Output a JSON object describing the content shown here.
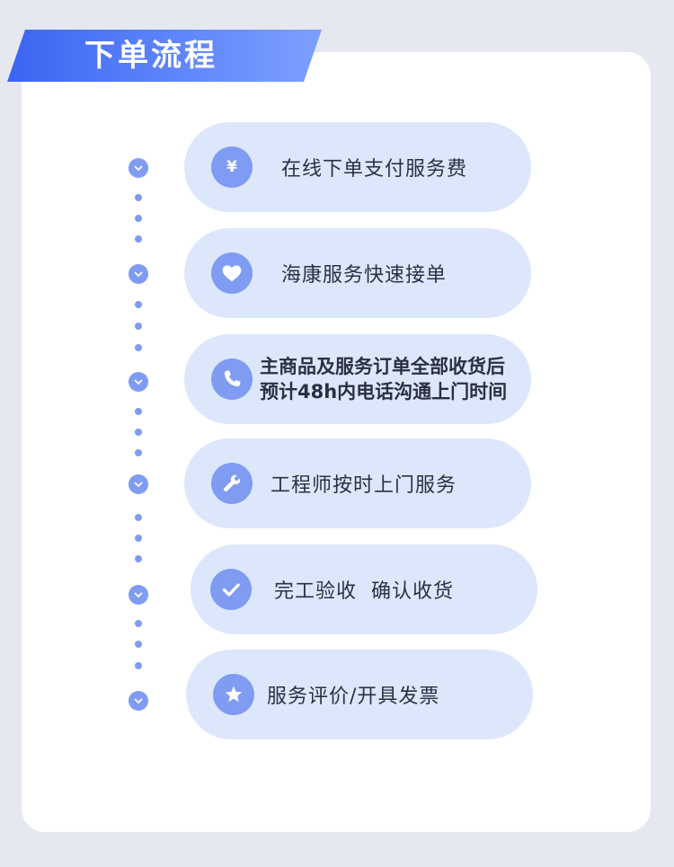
{
  "page_title": "下单流程",
  "steps": [
    {
      "label": "在线下单支付服务费",
      "icon": "yen-icon"
    },
    {
      "label": "海康服务快速接单",
      "icon": "heart-icon"
    },
    {
      "line1": "主商品及服务订单全部收货后",
      "line2": "预计48h内电话沟通上门时间",
      "icon": "phone-icon"
    },
    {
      "label": "工程师按时上门服务",
      "icon": "wrench-icon"
    },
    {
      "label": "完工验收  确认收货",
      "icon": "check-icon"
    },
    {
      "label": "服务评价/开具发票",
      "icon": "star-icon"
    }
  ],
  "icon_glyphs": {
    "yen": "¥"
  },
  "colors": {
    "background": "#e6e8f0",
    "card": "#ffffff",
    "accent": "#7f9cf2",
    "pill": "#dde7fc",
    "banner_start": "#3b65f2",
    "banner_end": "#7da0ff",
    "text": "#2a3040"
  }
}
